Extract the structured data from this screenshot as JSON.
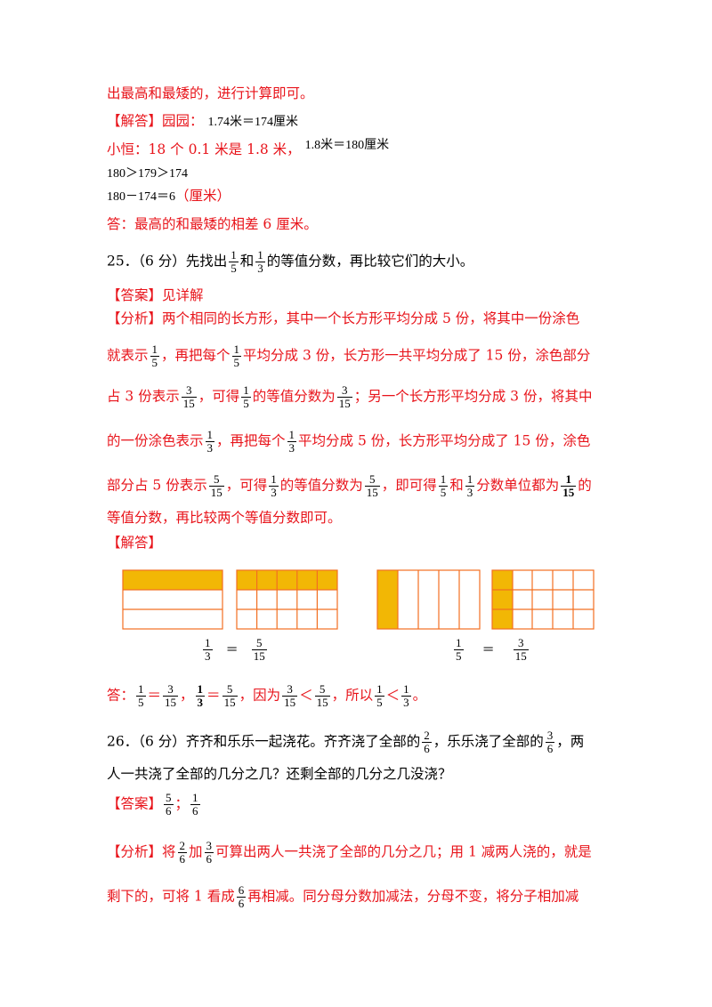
{
  "colors": {
    "red": "#e8141b",
    "orange": "#f26f21",
    "fill": "#f2b705"
  },
  "lines": {
    "l1": "出最高和最矮的，进行计算即可。",
    "l2_tag": "【解答】",
    "l2_text": "园园：",
    "l2_math": "1.74米＝174厘米",
    "l3_text": "小恒：18 个 0.1 米是 1.8 米，",
    "l3_math": "1.8米＝180厘米",
    "l4_math": "180＞179＞174",
    "l5_math": "180－174＝6",
    "l5_unit": "（厘米）",
    "l6": "答：最高的和最矮的相差 6 厘米。"
  },
  "q25": {
    "prefix": "25．（6 分）先找出",
    "f1": {
      "n": "1",
      "d": "5"
    },
    "and": "和",
    "f2": {
      "n": "1",
      "d": "3"
    },
    "suffix": "的等值分数，再比较它们的大小。",
    "answer_tag": "【答案】",
    "answer": "见详解",
    "analysis_tag": "【分析】",
    "a1": "两个相同的长方形，其中一个长方形平均分成 5 份，将其中一份涂色",
    "a2_pre": "就表示",
    "a2_mid": "，再把每个",
    "a2_post": "平均分成 3 份，长方形一共平均分成了 15 份，涂色部分",
    "a3_pre": "占 3 份表示",
    "a3_mid1": "，可得",
    "a3_mid2": "的等值分数为",
    "a3_post": "；另一个长方形平均分成 3 份，将其中",
    "a4_pre": "的一份涂色表示",
    "a4_mid": "，再把每个",
    "a4_post": "平均分成 5 份，长方形平均分成了 15 份，涂色",
    "a5_pre": "部分占 5 份表示",
    "a5_mid1": "，可得",
    "a5_mid2": "的等值分数为",
    "a5_mid3": "，即可得",
    "a5_and": "和",
    "a5_mid4": "分数单位都为",
    "a5_post": "的",
    "a6": "等值分数，再比较两个等值分数即可。",
    "solution_tag": "【解答】",
    "caption_left": {
      "lhs": {
        "n": "1",
        "d": "3"
      },
      "eq": "＝",
      "rhs": {
        "n": "5",
        "d": "15"
      }
    },
    "caption_right": {
      "lhs": {
        "n": "1",
        "d": "5"
      },
      "eq": "＝",
      "rhs": {
        "n": "3",
        "d": "15"
      }
    },
    "final_pre": "答：",
    "final_comma1": "，",
    "final_because": "，因为",
    "final_lt1": "＜",
    "final_so": "，所以",
    "final_lt2": "＜",
    "final_end": "。"
  },
  "fr": {
    "one_fifth": {
      "n": "1",
      "d": "5"
    },
    "one_third": {
      "n": "1",
      "d": "3"
    },
    "three_15": {
      "n": "3",
      "d": "15"
    },
    "five_15": {
      "n": "5",
      "d": "15"
    },
    "one_15": {
      "n": "1",
      "d": "15"
    },
    "two_6": {
      "n": "2",
      "d": "6"
    },
    "three_6": {
      "n": "3",
      "d": "6"
    },
    "five_6": {
      "n": "5",
      "d": "6"
    },
    "one_6": {
      "n": "1",
      "d": "6"
    },
    "six_6": {
      "n": "6",
      "d": "6"
    }
  },
  "q26": {
    "l1_pre": "26．（6 分）齐齐和乐乐一起浇花。齐齐浇了全部的",
    "l1_mid": "，乐乐浇了全部的",
    "l1_post": "，两",
    "l2": "人一共浇了全部的几分之几？还剩全部的几分之几没浇？",
    "answer_tag": "【答案】",
    "answer_sep": "；",
    "analysis_tag": "【分析】",
    "a1_pre": "将",
    "a1_plus": "加",
    "a1_post": "可算出两人一共浇了全部的几分之几；用 1 减两人浇的，就是",
    "a2_pre": "剩下的，可将 1 看成",
    "a2_post": "再相减。同分母分数加减法，分母不变，将分子相加减"
  }
}
